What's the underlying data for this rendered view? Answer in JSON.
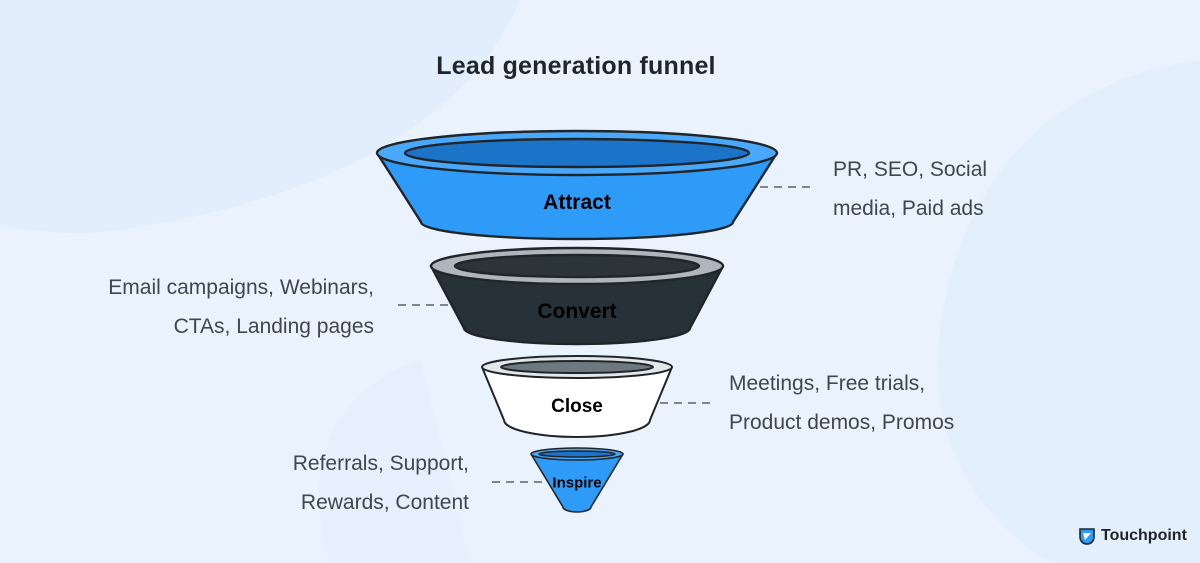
{
  "diagram": {
    "title": "Lead generation funnel",
    "stages": [
      {
        "label": "Attract",
        "notes": [
          "PR, SEO, Social",
          "media, Paid ads"
        ],
        "note_side": "right",
        "colors": {
          "body": "#2f9bf8",
          "rim": "#4aa8fa",
          "mouth": "#1c74c9",
          "stroke": "#1f2529",
          "label": "#ffffff"
        }
      },
      {
        "label": "Convert",
        "notes": [
          "Email campaigns, Webinars,",
          "CTAs, Landing pages"
        ],
        "note_side": "left",
        "colors": {
          "body": "#263238",
          "rim": "#aeb6bd",
          "mouth": "#2b3439",
          "stroke": "#1f2529",
          "label": "#ffffff"
        }
      },
      {
        "label": "Close",
        "notes": [
          "Meetings, Free trials,",
          "Product demos, Promos"
        ],
        "note_side": "right",
        "colors": {
          "body": "#ffffff",
          "rim": "#e3e7ea",
          "mouth": "#6f787f",
          "stroke": "#1f2529",
          "label": "#1f2529"
        }
      },
      {
        "label": "Inspire",
        "notes": [
          "Referrals, Support,",
          "Rewards, Content"
        ],
        "note_side": "left",
        "colors": {
          "body": "#2f9bf8",
          "rim": "#4aa8fa",
          "mouth": "#1c74c9",
          "stroke": "#1f2529",
          "label": "#ffffff"
        }
      }
    ]
  },
  "brand": {
    "name": "Touchpoint",
    "icon": "touchpoint-logo-icon"
  }
}
